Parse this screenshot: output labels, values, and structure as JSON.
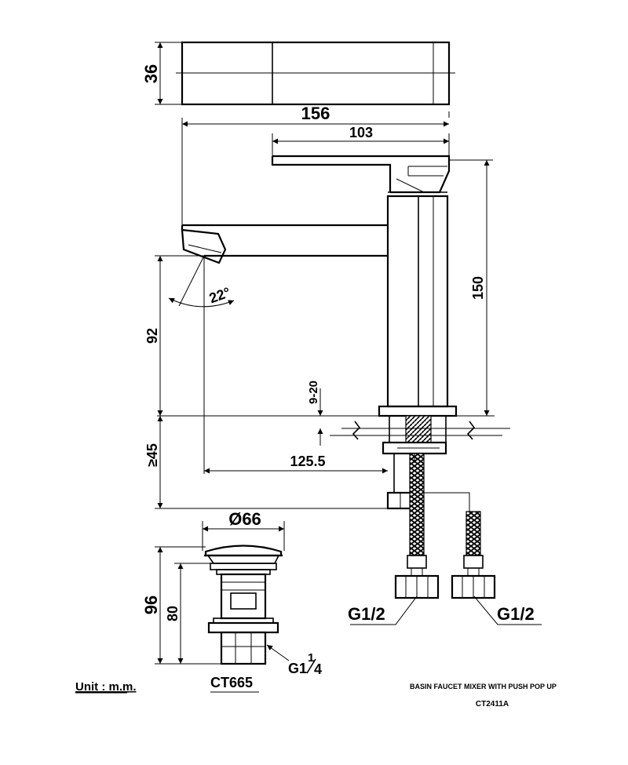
{
  "dimensions": {
    "top_height": "36",
    "overall_length": "156",
    "spout_length": "103",
    "body_height": "150",
    "spout_clearance": "92",
    "spray_angle": "22°",
    "deck_thickness": "9-20",
    "min_below_deck": "≥45",
    "spout_reach": "125.5",
    "popup_diameter": "Ø66",
    "popup_height_total": "96",
    "popup_height_body": "80",
    "popup_thread_main": "G1",
    "popup_thread_num": "1",
    "popup_thread_den": "4",
    "hose_thread_left": "G1/2",
    "hose_thread_right": "G1/2"
  },
  "footer": {
    "unit_label": "Unit : m.m.",
    "popup_model": "CT665",
    "product_title": "BASIN FAUCET MIXER WITH PUSH POP UP",
    "product_model": "CT2411A"
  }
}
